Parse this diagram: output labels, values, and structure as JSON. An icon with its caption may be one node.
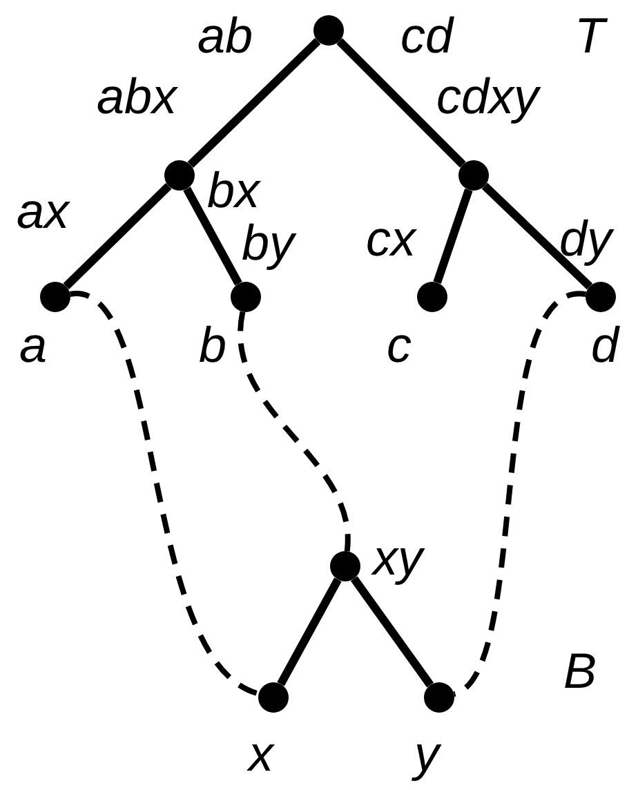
{
  "diagram": {
    "nodes": [
      {
        "text": [],
        "shape": "circle",
        "beside": [
          "ab",
          "cd"
        ]
      },
      {
        "text": [],
        "shape": "circle"
      },
      {
        "text": [],
        "shape": "circle"
      },
      {
        "text": [],
        "shape": "circle",
        "beside": [
          "a"
        ]
      },
      {
        "text": [],
        "shape": "circle",
        "beside": [
          "b"
        ]
      },
      {
        "text": [],
        "shape": "circle",
        "beside": [
          "c"
        ]
      },
      {
        "text": [],
        "shape": "circle",
        "beside": [
          "d"
        ]
      },
      {
        "text": [],
        "shape": "circle",
        "beside": [
          "xy"
        ]
      },
      {
        "text": [],
        "shape": "circle",
        "beside": [
          "x"
        ]
      },
      {
        "text": [],
        "shape": "circle",
        "beside": [
          "y"
        ]
      }
    ],
    "edges": [
      {
        "from": 0,
        "to": 1,
        "arrow": "none",
        "label": "abx"
      },
      {
        "from": 0,
        "to": 2,
        "arrow": "none",
        "label": "cdxy"
      },
      {
        "from": 1,
        "to": 3,
        "arrow": "none",
        "label": "ax"
      },
      {
        "from": 1,
        "to": 4,
        "arrow": "none",
        "label": "bx"
      },
      {
        "from": 2,
        "to": 5,
        "arrow": "none",
        "label": "cx"
      },
      {
        "from": 2,
        "to": 6,
        "arrow": "none",
        "label": "dy"
      },
      {
        "from": 7,
        "to": 8,
        "arrow": "none"
      },
      {
        "from": 7,
        "to": 9,
        "arrow": "none"
      },
      {
        "from": 3,
        "to": 8,
        "arrow": "none",
        "style": "dashed"
      },
      {
        "from": 4,
        "to": 7,
        "arrow": "none",
        "style": "dashed"
      },
      {
        "from": 6,
        "to": 9,
        "arrow": "none",
        "style": "dashed"
      }
    ],
    "labels": [
      "T",
      "by",
      "B"
    ]
  }
}
